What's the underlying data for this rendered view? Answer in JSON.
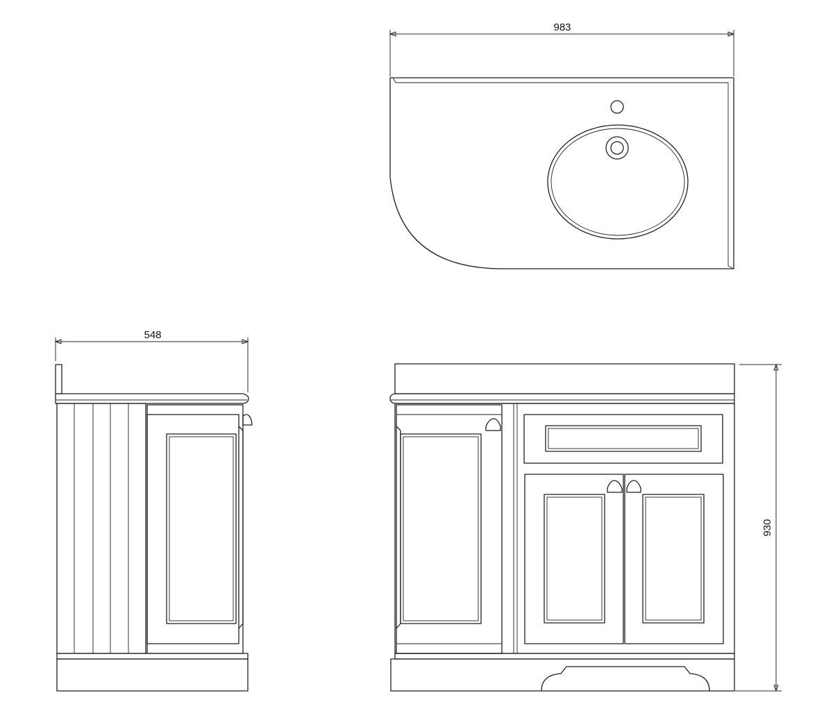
{
  "dimensions": {
    "top_width": "983",
    "side_depth": "548",
    "front_height": "930"
  },
  "colors": {
    "line": "#1f1f1f",
    "background": "#ffffff"
  }
}
